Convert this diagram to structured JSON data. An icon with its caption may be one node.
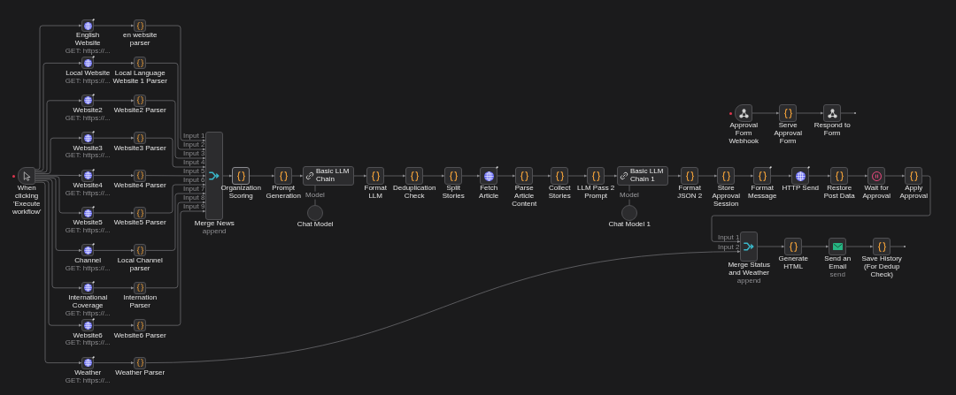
{
  "diagram": {
    "nodes": [
      {
        "text": [
          "When clicking 'Execute workflow'"
        ]
      },
      {
        "text": [
          "English Website",
          "GET: https://..."
        ]
      },
      {
        "text": [
          "en website parser"
        ]
      },
      {
        "text": [
          "Local Website",
          "GET: https://..."
        ]
      },
      {
        "text": [
          "Local Language Website 1 Parser"
        ]
      },
      {
        "text": [
          "Website2",
          "GET: https://..."
        ]
      },
      {
        "text": [
          "Website2 Parser"
        ]
      },
      {
        "text": [
          "Website3",
          "GET: https://..."
        ]
      },
      {
        "text": [
          "Website3 Parser"
        ]
      },
      {
        "text": [
          "Website4",
          "GET: https://..."
        ]
      },
      {
        "text": [
          "Website4 Parser"
        ]
      },
      {
        "text": [
          "Website5",
          "GET: https://..."
        ]
      },
      {
        "text": [
          "Website5 Parser"
        ]
      },
      {
        "text": [
          "Channel",
          "GET: https://..."
        ]
      },
      {
        "text": [
          "Local Channel parser"
        ]
      },
      {
        "text": [
          "International Coverage",
          "GET: https://..."
        ]
      },
      {
        "text": [
          "Internation Parser"
        ]
      },
      {
        "text": [
          "Website6",
          "GET: https://..."
        ]
      },
      {
        "text": [
          "Website6 Parser"
        ]
      },
      {
        "text": [
          "Weather",
          "GET: https://..."
        ]
      },
      {
        "text": [
          "Weather Parser"
        ]
      },
      {
        "text": [
          "Merge News",
          "append"
        ],
        "beside": [
          "Input 1",
          "Input 2",
          "Input 3",
          "Input 4",
          "Input 5",
          "Input 6",
          "Input 7",
          "Input 8",
          "Input 9"
        ]
      },
      {
        "text": [
          "Organization Scoring"
        ]
      },
      {
        "text": [
          "Prompt Generation"
        ]
      },
      {
        "text": [
          "Basic LLM Chain"
        ]
      },
      {
        "text": [
          "Chat Model"
        ]
      },
      {
        "text": [
          "Format LLM"
        ]
      },
      {
        "text": [
          "Deduplication Check"
        ]
      },
      {
        "text": [
          "Split Stories"
        ]
      },
      {
        "text": [
          "Fetch Article"
        ]
      },
      {
        "text": [
          "Parse Article Content"
        ]
      },
      {
        "text": [
          "Collect Stories"
        ]
      },
      {
        "text": [
          "LLM Pass 2 Prompt"
        ]
      },
      {
        "text": [
          "Basic LLM Chain 1"
        ]
      },
      {
        "text": [
          "Chat Model 1"
        ]
      },
      {
        "text": [
          "Format JSON 2"
        ]
      },
      {
        "text": [
          "Store Approval Session"
        ]
      },
      {
        "text": [
          "Format Message"
        ]
      },
      {
        "text": [
          "HTTP Send"
        ]
      },
      {
        "text": [
          "Restore Post Data"
        ]
      },
      {
        "text": [
          "Wait for Approval"
        ]
      },
      {
        "text": [
          "Apply Approval"
        ]
      },
      {
        "text": [
          "Approval Form Webhook"
        ]
      },
      {
        "text": [
          "Serve Approval Form"
        ]
      },
      {
        "text": [
          "Respond to Form"
        ]
      },
      {
        "text": [
          "Merge Status and Weather",
          "append"
        ],
        "beside": [
          "Input 1",
          "Input 2"
        ]
      },
      {
        "text": [
          "Generate HTML"
        ]
      },
      {
        "text": [
          "Send an Email",
          "send"
        ]
      },
      {
        "text": [
          "Save History (For Dedup Check)"
        ]
      }
    ],
    "edges": [
      {
        "from": 0,
        "to": 1,
        "arrow": "to"
      },
      {
        "from": 0,
        "to": 3,
        "arrow": "to"
      },
      {
        "from": 0,
        "to": 5,
        "arrow": "to"
      },
      {
        "from": 0,
        "to": 7,
        "arrow": "to"
      },
      {
        "from": 0,
        "to": 9,
        "arrow": "to"
      },
      {
        "from": 0,
        "to": 11,
        "arrow": "to"
      },
      {
        "from": 0,
        "to": 13,
        "arrow": "to"
      },
      {
        "from": 0,
        "to": 15,
        "arrow": "to"
      },
      {
        "from": 0,
        "to": 17,
        "arrow": "to"
      },
      {
        "from": 0,
        "to": 19,
        "arrow": "to"
      },
      {
        "from": 1,
        "to": 2,
        "arrow": "to"
      },
      {
        "from": 3,
        "to": 4,
        "arrow": "to"
      },
      {
        "from": 5,
        "to": 6,
        "arrow": "to"
      },
      {
        "from": 7,
        "to": 8,
        "arrow": "to"
      },
      {
        "from": 9,
        "to": 10,
        "arrow": "to"
      },
      {
        "from": 11,
        "to": 12,
        "arrow": "to"
      },
      {
        "from": 13,
        "to": 14,
        "arrow": "to"
      },
      {
        "from": 15,
        "to": 16,
        "arrow": "to"
      },
      {
        "from": 17,
        "to": 18,
        "arrow": "to"
      },
      {
        "from": 19,
        "to": 20,
        "arrow": "to"
      },
      {
        "from": 2,
        "to": 21,
        "arrow": "to"
      },
      {
        "from": 4,
        "to": 21,
        "arrow": "to"
      },
      {
        "from": 6,
        "to": 21,
        "arrow": "to"
      },
      {
        "from": 8,
        "to": 21,
        "arrow": "to"
      },
      {
        "from": 10,
        "to": 21,
        "arrow": "to"
      },
      {
        "from": 12,
        "to": 21,
        "arrow": "to"
      },
      {
        "from": 14,
        "to": 21,
        "arrow": "to"
      },
      {
        "from": 16,
        "to": 21,
        "arrow": "to"
      },
      {
        "from": 18,
        "to": 21,
        "arrow": "to"
      },
      {
        "from": 20,
        "to": 45,
        "arrow": "to"
      },
      {
        "from": 21,
        "to": 22,
        "arrow": "to"
      },
      {
        "from": 22,
        "to": 23,
        "arrow": "to"
      },
      {
        "from": 23,
        "to": 24,
        "arrow": "to"
      },
      {
        "from": 25,
        "to": 24,
        "arrow": "none",
        "label": "Model"
      },
      {
        "from": 24,
        "to": 26,
        "arrow": "to"
      },
      {
        "from": 26,
        "to": 27,
        "arrow": "to"
      },
      {
        "from": 27,
        "to": 28,
        "arrow": "to"
      },
      {
        "from": 28,
        "to": 29,
        "arrow": "to"
      },
      {
        "from": 29,
        "to": 30,
        "arrow": "to"
      },
      {
        "from": 30,
        "to": 31,
        "arrow": "to"
      },
      {
        "from": 31,
        "to": 32,
        "arrow": "to"
      },
      {
        "from": 32,
        "to": 33,
        "arrow": "to"
      },
      {
        "from": 34,
        "to": 33,
        "arrow": "none",
        "label": "Model"
      },
      {
        "from": 33,
        "to": 35,
        "arrow": "to"
      },
      {
        "from": 35,
        "to": 36,
        "arrow": "to"
      },
      {
        "from": 36,
        "to": 37,
        "arrow": "to"
      },
      {
        "from": 37,
        "to": 38,
        "arrow": "to"
      },
      {
        "from": 38,
        "to": 39,
        "arrow": "to"
      },
      {
        "from": 39,
        "to": 40,
        "arrow": "to"
      },
      {
        "from": 40,
        "to": 41,
        "arrow": "to"
      },
      {
        "from": 41,
        "to": 45,
        "arrow": "to"
      },
      {
        "from": 45,
        "to": 46,
        "arrow": "to"
      },
      {
        "from": 46,
        "to": 47,
        "arrow": "to"
      },
      {
        "from": 47,
        "to": 48,
        "arrow": "to"
      },
      {
        "from": 48,
        "to": null,
        "arrow": "other"
      },
      {
        "from": 42,
        "to": 43,
        "arrow": "to"
      },
      {
        "from": 43,
        "to": 44,
        "arrow": "to"
      },
      {
        "from": 44,
        "to": null,
        "arrow": "other"
      }
    ]
  }
}
